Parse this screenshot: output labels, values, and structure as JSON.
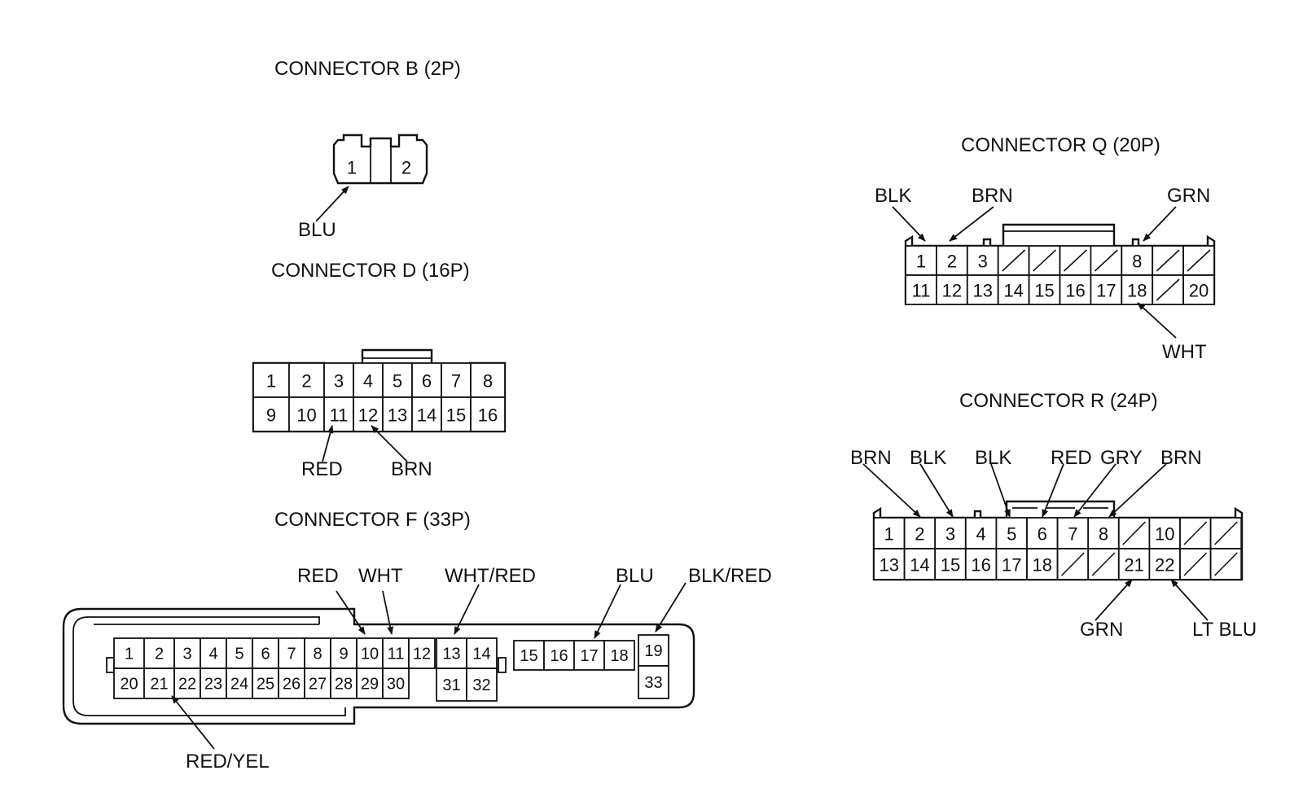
{
  "connectors": {
    "b": {
      "title": "CONNECTOR B (2P)",
      "pins": [
        "1",
        "2"
      ],
      "wires": {
        "p1": "BLU"
      }
    },
    "d": {
      "title": "CONNECTOR D (16P)",
      "row1": [
        "1",
        "2",
        "3",
        "4",
        "5",
        "6",
        "7",
        "8"
      ],
      "row2": [
        "9",
        "10",
        "11",
        "12",
        "13",
        "14",
        "15",
        "16"
      ],
      "wires": {
        "p11": "RED",
        "p12": "BRN"
      }
    },
    "f": {
      "title": "CONNECTOR F (33P)",
      "row1": [
        "1",
        "2",
        "3",
        "4",
        "5",
        "6",
        "7",
        "8",
        "9",
        "10",
        "11",
        "12",
        "13",
        "14",
        "15",
        "16",
        "17",
        "18",
        "19"
      ],
      "row2": [
        "20",
        "21",
        "22",
        "23",
        "24",
        "25",
        "26",
        "27",
        "28",
        "29",
        "30",
        "31",
        "32",
        "33"
      ],
      "wires": {
        "p10": "RED",
        "p11": "WHT",
        "p13": "WHT/RED",
        "p17": "BLU",
        "p19": "BLK/RED",
        "p21": "RED/YEL"
      }
    },
    "q": {
      "title": "CONNECTOR Q (20P)",
      "row1": [
        "1",
        "2",
        "3",
        "",
        "",
        "",
        "",
        "8",
        "",
        ""
      ],
      "row2": [
        "11",
        "12",
        "13",
        "14",
        "15",
        "16",
        "17",
        "18",
        "",
        "20"
      ],
      "wires": {
        "p1": "BLK",
        "p2": "BRN",
        "p8": "GRN",
        "p18": "WHT"
      }
    },
    "r": {
      "title": "CONNECTOR R (24P)",
      "row1": [
        "1",
        "2",
        "3",
        "4",
        "5",
        "6",
        "7",
        "8",
        "",
        "10",
        "",
        ""
      ],
      "row2": [
        "13",
        "14",
        "15",
        "16",
        "17",
        "18",
        "",
        "",
        "21",
        "22",
        "",
        ""
      ],
      "wires": {
        "p2": "BRN",
        "p3": "BLK",
        "p5": "BLK",
        "p6": "RED",
        "p7": "GRY",
        "p8": "BRN",
        "p21": "GRN",
        "p22": "LT BLU"
      }
    }
  }
}
